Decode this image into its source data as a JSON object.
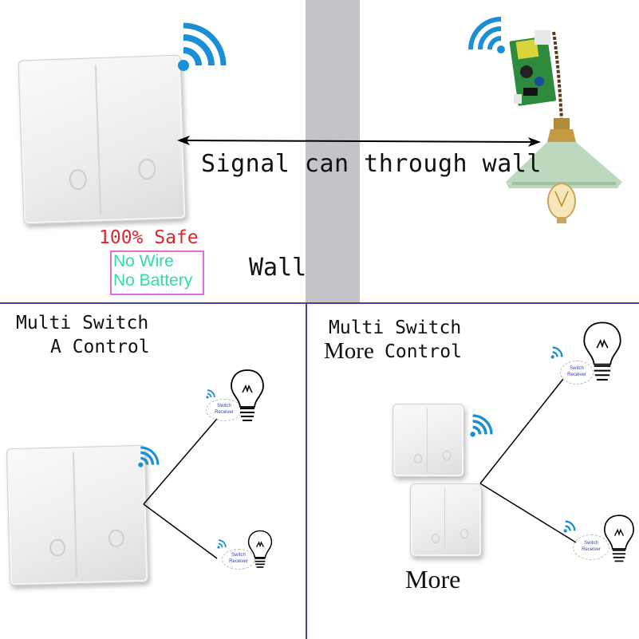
{
  "top": {
    "signal_text": "Signal can through wall",
    "wall_label": "Wall",
    "safe_title": "100% Safe",
    "safe_line1": "No Wire",
    "safe_line2": "No Battery"
  },
  "left_panel": {
    "title_line1": "Multi Switch",
    "title_line2": "A Control",
    "receiver_label_line1": "Switch",
    "receiver_label_line2": "Receiver"
  },
  "right_panel": {
    "title_line1": "Multi Switch",
    "title_more": "More",
    "title_control": "Control",
    "more_label": "More",
    "receiver_label_line1": "Switch",
    "receiver_label_line2": "Receiver"
  },
  "colors": {
    "wifi": "#1a8fd6",
    "divider": "#4a3f9a",
    "wall": "#c4c4c8",
    "safe_red": "#e0242a",
    "safe_green": "#2ee0a0",
    "safe_border": "#e36bd4",
    "lamp_shade": "#bcd9c0"
  },
  "icons": [
    "wifi-icon",
    "light-bulb-icon",
    "pendant-lamp-icon",
    "receiver-module-icon",
    "wall-switch-icon"
  ]
}
